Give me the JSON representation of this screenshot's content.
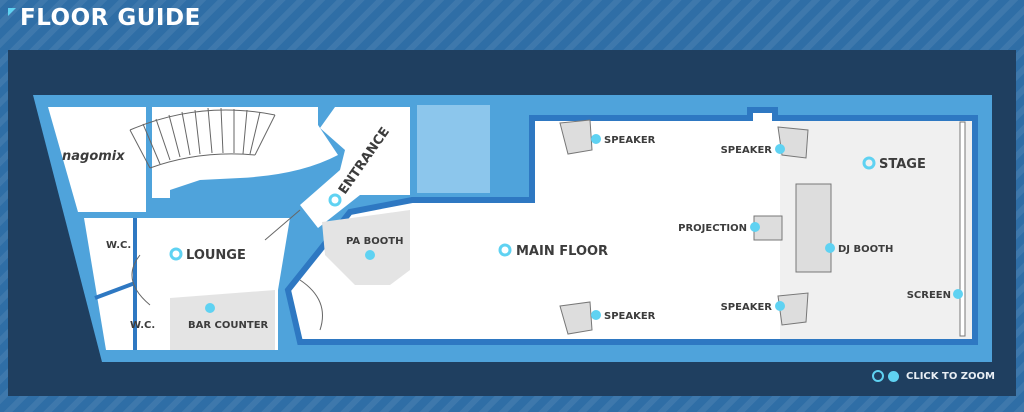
{
  "header": {
    "title": "FLOOR GUIDE"
  },
  "logo": "nagomix",
  "rooms": {
    "entrance": "ENTRANCE",
    "lounge": "LOUNGE",
    "wc_upper": "W.C.",
    "wc_lower": "W.C.",
    "bar_counter": "BAR COUNTER",
    "pa_booth": "PA BOOTH",
    "main_floor": "MAIN FLOOR",
    "speaker_tl": "SPEAKER",
    "speaker_bl": "SPEAKER",
    "speaker_tr": "SPEAKER",
    "speaker_br": "SPEAKER",
    "projection": "PROJECTION",
    "dj_booth": "DJ BOOTH",
    "stage": "STAGE",
    "screen": "SCREEN"
  },
  "footer": {
    "zoom_label": "CLICK TO ZOOM"
  },
  "colors": {
    "accent": "#5fd2f2",
    "wall": "#4fa3db",
    "inner_wall": "#2e78c2",
    "panel": "#1f3f60"
  }
}
